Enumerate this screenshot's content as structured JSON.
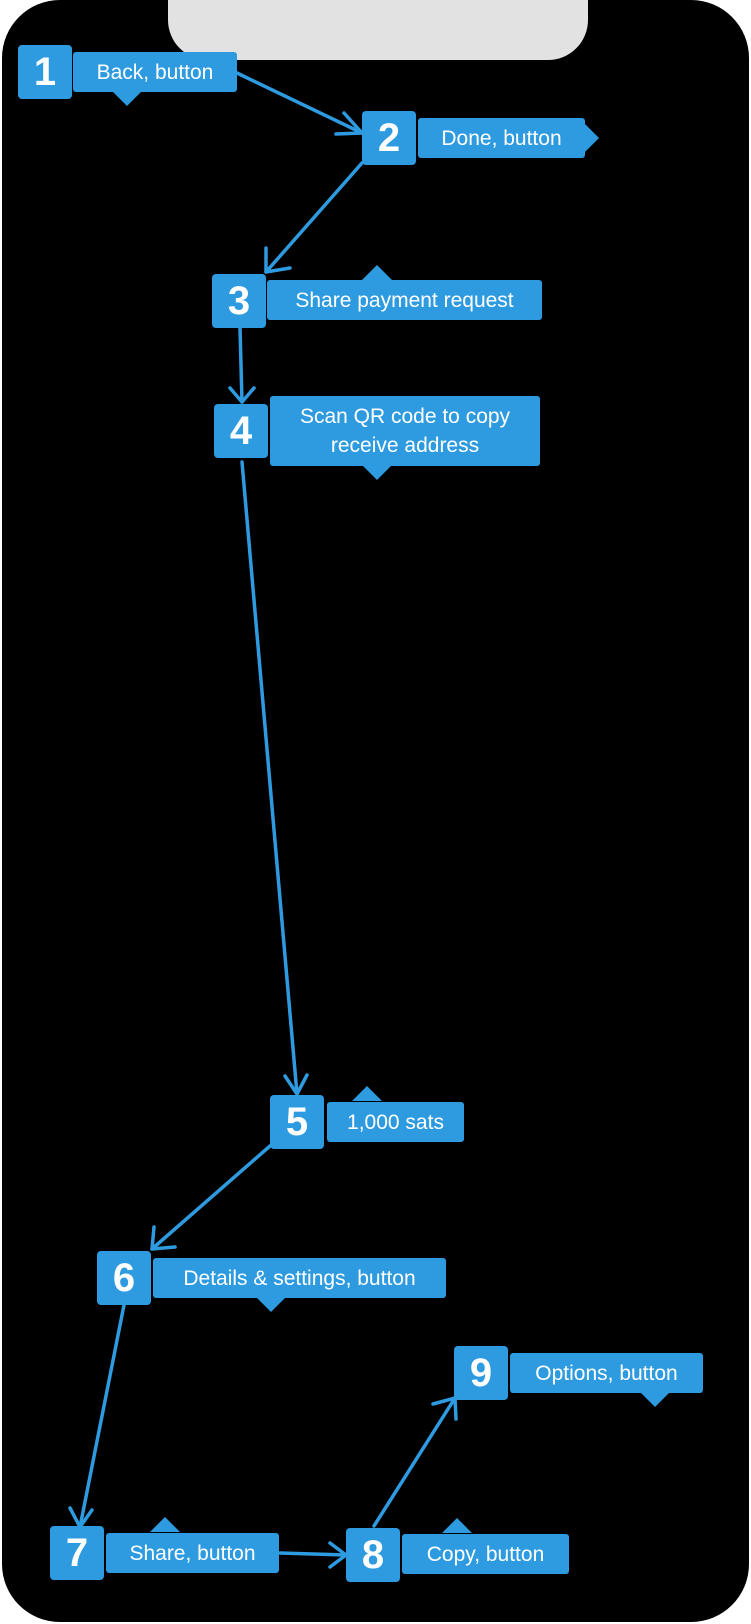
{
  "steps": [
    {
      "num": "1",
      "label": "Back, button"
    },
    {
      "num": "2",
      "label": "Done, button"
    },
    {
      "num": "3",
      "label": "Share payment request"
    },
    {
      "num": "4",
      "label": "Scan QR code to copy receive address"
    },
    {
      "num": "5",
      "label": "1,000 sats"
    },
    {
      "num": "6",
      "label": "Details & settings, button"
    },
    {
      "num": "7",
      "label": "Share, button"
    },
    {
      "num": "8",
      "label": "Copy, button"
    },
    {
      "num": "9",
      "label": "Options, button"
    }
  ],
  "colors": {
    "accent": "#2e9be0",
    "background": "#000000",
    "notch": "#e2e2e2"
  }
}
